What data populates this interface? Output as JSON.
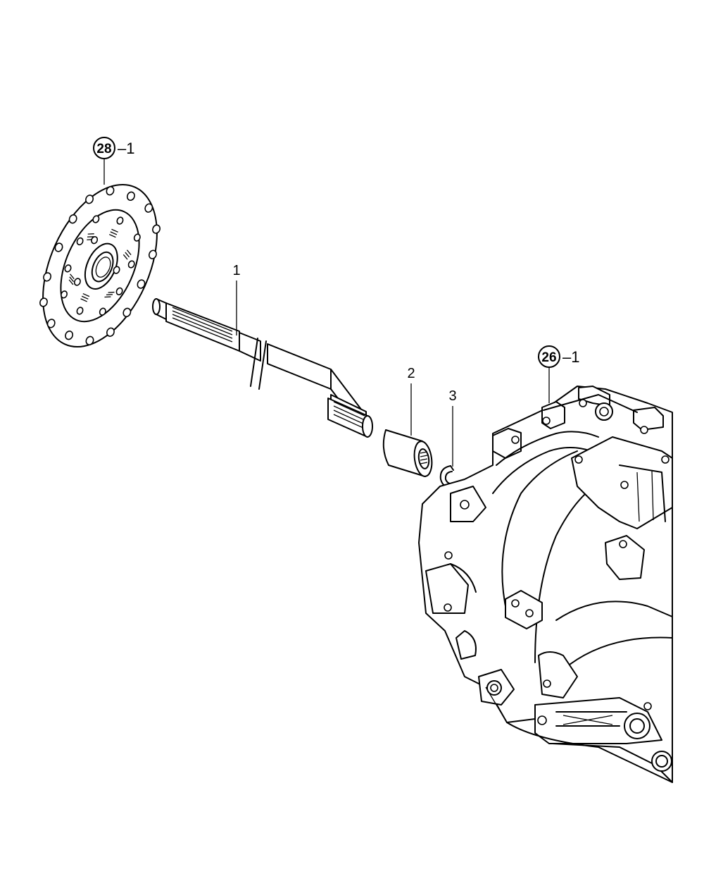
{
  "callouts": {
    "disc": {
      "ref": "28",
      "suffix": "–1"
    },
    "housing": {
      "ref": "26",
      "suffix": "–1"
    }
  },
  "items": {
    "shaft": "1",
    "bushing": "2",
    "snap_ring": "3"
  }
}
